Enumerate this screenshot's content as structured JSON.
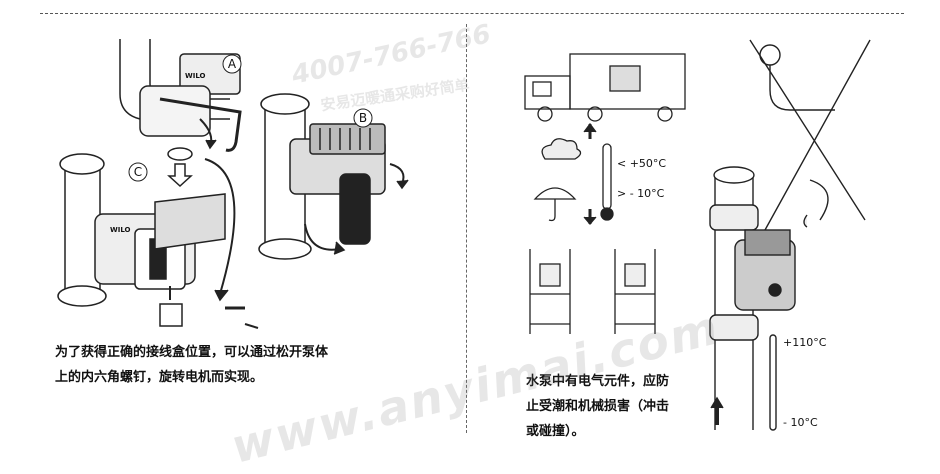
{
  "watermark": {
    "phone": "4007-766-766",
    "site": "www.anyimai.com",
    "chinese": "安易迈暖通采购好简单"
  },
  "left_panel": {
    "labels": {
      "a": "A",
      "b": "B",
      "c": "C"
    },
    "brand": "WILO",
    "caption_line1": "为了获得正确的接线盒位置，可以通过松开泵体",
    "caption_line2": "上的内六角螺钉，旋转电机而实现。"
  },
  "right_panel": {
    "temp_high": "< +50°C",
    "temp_low": "> - 10°C",
    "pipe_temp_high": "+110°C",
    "pipe_temp_low": "- 10°C",
    "caption_line1": "水泵中有电气元件，应防",
    "caption_line2": "止受潮和机械损害（冲击",
    "caption_line3": "或碰撞）。"
  }
}
